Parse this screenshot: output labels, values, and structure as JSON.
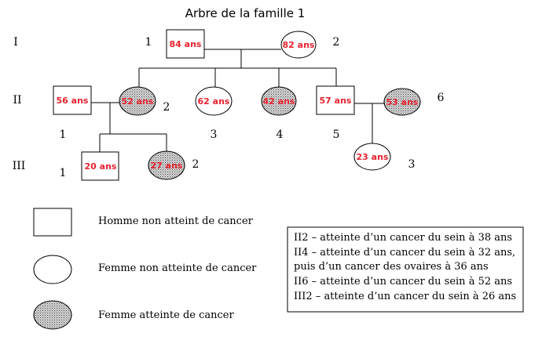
{
  "title": "Arbre de la famille 1",
  "generations": [
    "I",
    "II",
    "III"
  ],
  "gen1": {
    "father": {
      "number": "1",
      "age": "84 ans"
    },
    "mother": {
      "number": "2",
      "age": "82 ans"
    }
  },
  "gen2": {
    "p1": {
      "number": "1",
      "age": "56 ans"
    },
    "p2": {
      "number": "2",
      "age": "52 ans"
    },
    "p3": {
      "number": "3",
      "age": "62 ans"
    },
    "p4": {
      "number": "4",
      "age": "42 ans"
    },
    "p5": {
      "number": "5",
      "age": "57 ans"
    },
    "p6": {
      "number": "6",
      "age": "53 ans"
    }
  },
  "gen3": {
    "p1": {
      "number": "1",
      "age": "20 ans"
    },
    "p2": {
      "number": "2",
      "age": "27 ans"
    },
    "p3": {
      "number": "3",
      "age": "23 ans"
    }
  },
  "legend": {
    "male_unaffected": "Homme non atteint de cancer",
    "female_unaffected": "Femme non atteinte de cancer",
    "female_affected": "Femme atteinte de cancer"
  },
  "notes": [
    "II2 – atteinte d’un cancer du sein à 38 ans",
    "II4 – atteinte d’un cancer du sein à 32 ans,",
    "puis d’un cancer des ovaires à 36 ans",
    "II6 – atteinte d’un cancer du sein à 52 ans",
    "III2 – atteinte d’un cancer du sein à 26 ans"
  ],
  "colors": {
    "age_text": "#e8232f",
    "line": "#000000",
    "background": "#ffffff"
  }
}
